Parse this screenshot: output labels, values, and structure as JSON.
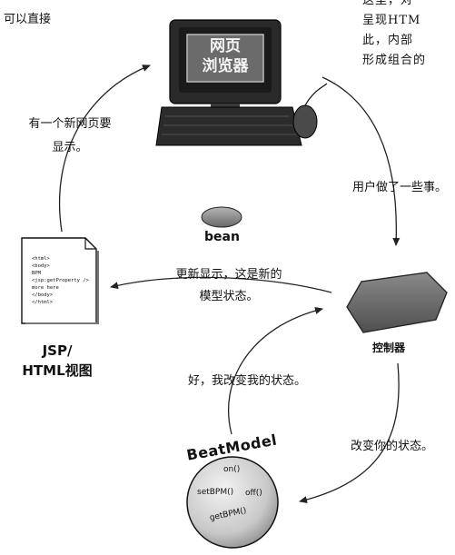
{
  "top_left_fragment": "可以直接",
  "top_right_fragment": {
    "line1": "这里，对",
    "line2": "呈现HTM",
    "line3": "此，内部",
    "line4": "形成组合的"
  },
  "browser": {
    "screen_text_line1": "网页",
    "screen_text_line2": "浏览器"
  },
  "bean_label": "bean",
  "document": {
    "lines": [
      "<html>",
      "<body>",
      "BPM",
      "<jsp:getProperty />",
      "more here",
      "</body>",
      "</html>"
    ],
    "caption_line1": "JSP/",
    "caption_line2": "HTML视图"
  },
  "controller_label": "控制器",
  "model": {
    "title": "BeatModel",
    "methods": {
      "on": "on()",
      "setBPM": "setBPM()",
      "off": "off()",
      "getBPM": "getBPM()"
    }
  },
  "annotations": {
    "new_page": {
      "line1": "有一个新网页要",
      "line2": "显示。"
    },
    "user_did": "用户做了一些事。",
    "update_display": {
      "line1": "更新显示，这是新的",
      "line2": "模型状态。"
    },
    "ok_changed": "好，我改变我的状态。",
    "change_state": "改变你的状态。"
  },
  "colors": {
    "ink": "#111111",
    "arrow": "#222222",
    "bean_fill": "#8a8a8a",
    "controller_fill": "#6e6e6e",
    "model_fill": "#d4d4d4"
  }
}
